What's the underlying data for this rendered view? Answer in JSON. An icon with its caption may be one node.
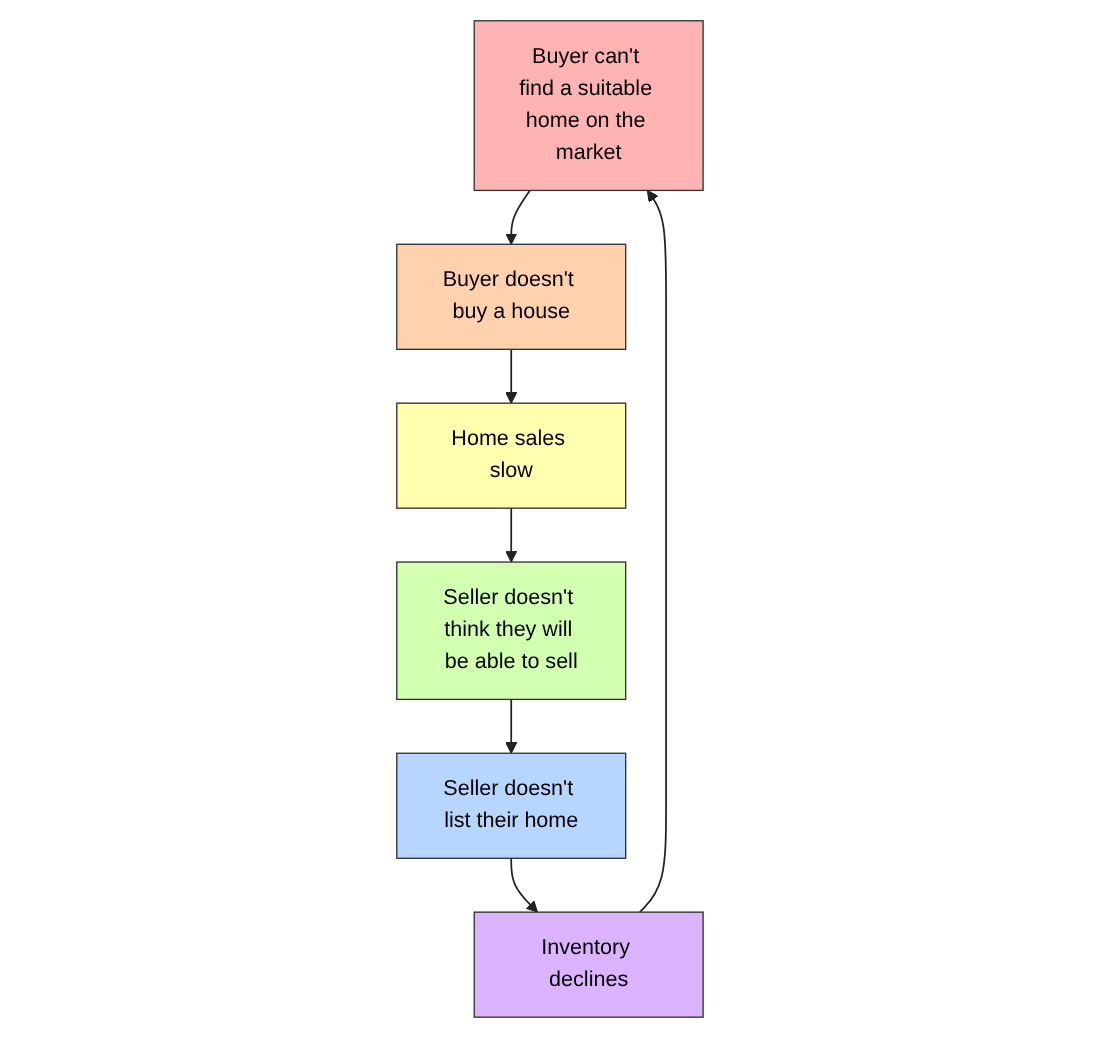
{
  "diagram": {
    "nodes": [
      {
        "text": [
          "Buyer can't find a suitable home on the market"
        ]
      },
      {
        "text": [
          "Inventory declines"
        ]
      },
      {
        "text": [
          "Buyer doesn't buy a house"
        ]
      },
      {
        "text": [
          "Seller doesn't list their home"
        ]
      },
      {
        "text": [
          "Home sales slow"
        ]
      },
      {
        "text": [
          "Seller doesn't think they will be able to sell"
        ]
      }
    ],
    "edges": [
      {
        "from": 0,
        "to": 2,
        "arrow": "to"
      },
      {
        "from": 2,
        "to": 4,
        "arrow": "to"
      },
      {
        "from": 4,
        "to": 5,
        "arrow": "to"
      },
      {
        "from": 5,
        "to": 3,
        "arrow": "to"
      },
      {
        "from": 3,
        "to": 1,
        "arrow": "to"
      },
      {
        "from": 1,
        "to": 0,
        "arrow": "to"
      }
    ]
  }
}
